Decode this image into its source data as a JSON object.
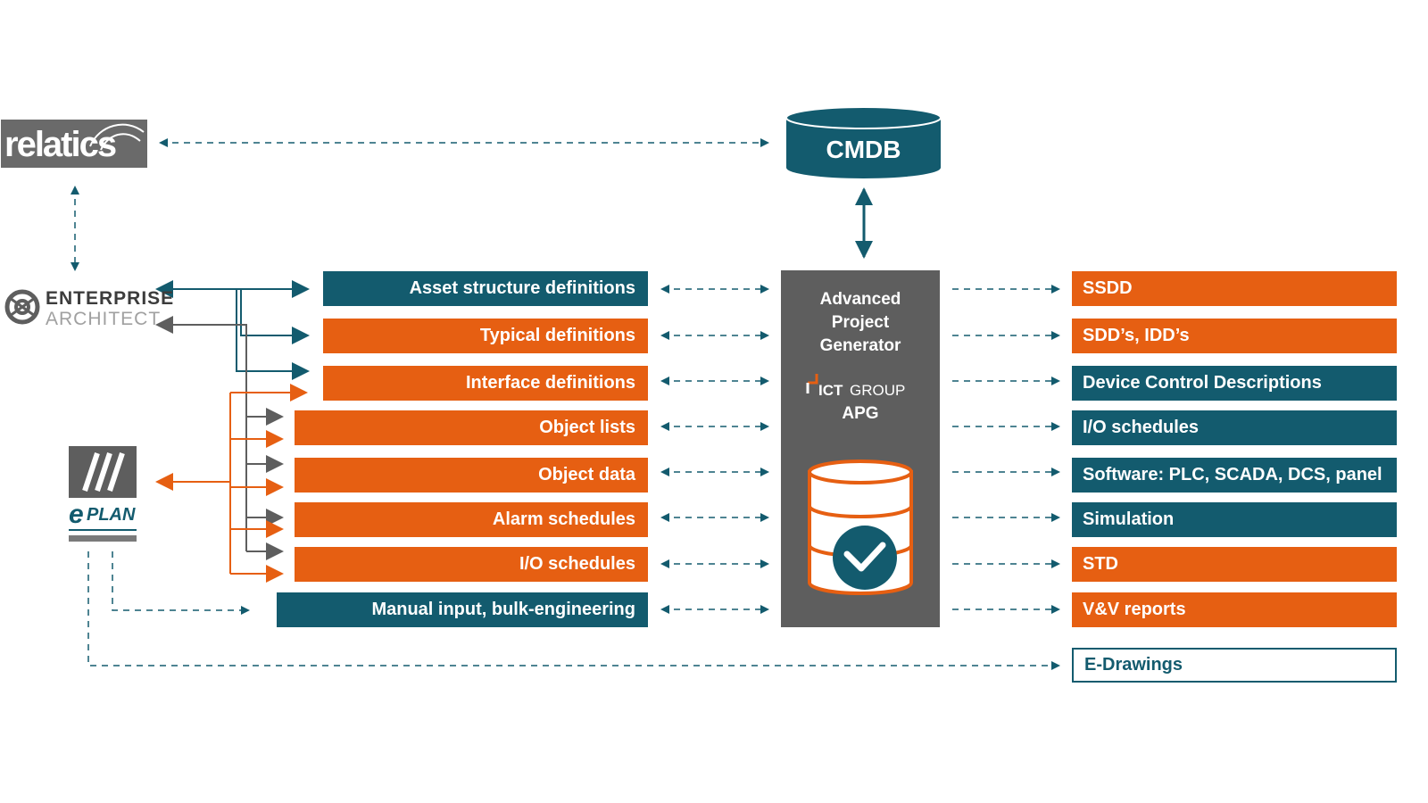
{
  "sources": {
    "relatics": "relatics",
    "enterprise_architect": [
      "ENTERPRISE",
      "ARCHITECT"
    ],
    "eplan": "PLAN"
  },
  "cmdb": {
    "label": "CMDB"
  },
  "apg": {
    "title": [
      "Advanced",
      "Project",
      "Generator"
    ],
    "brand_ict": "ICT",
    "brand_group": "GROUP",
    "brand_short": "APG"
  },
  "inputs": [
    {
      "label": "Asset structure definitions",
      "color": "teal"
    },
    {
      "label": "Typical definitions",
      "color": "orange"
    },
    {
      "label": "Interface definitions",
      "color": "orange"
    },
    {
      "label": "Object lists",
      "color": "orange"
    },
    {
      "label": "Object data",
      "color": "orange"
    },
    {
      "label": "Alarm schedules",
      "color": "orange"
    },
    {
      "label": "I/O schedules",
      "color": "orange"
    },
    {
      "label": "Manual input, bulk-engineering",
      "color": "teal"
    }
  ],
  "outputs": [
    {
      "label": "SSDD",
      "color": "orange"
    },
    {
      "label": "SDD’s, IDD’s",
      "color": "orange"
    },
    {
      "label": "Device Control Descriptions",
      "color": "teal"
    },
    {
      "label": "I/O schedules",
      "color": "teal"
    },
    {
      "label": "Software: PLC, SCADA, DCS, panel",
      "color": "teal"
    },
    {
      "label": "Simulation",
      "color": "teal"
    },
    {
      "label": "STD",
      "color": "orange"
    },
    {
      "label": "V&V reports",
      "color": "orange"
    },
    {
      "label": "E-Drawings",
      "color": "outline"
    }
  ],
  "colors": {
    "teal": "#135b6e",
    "orange": "#e65f12",
    "gray": "#5e5e5e"
  }
}
